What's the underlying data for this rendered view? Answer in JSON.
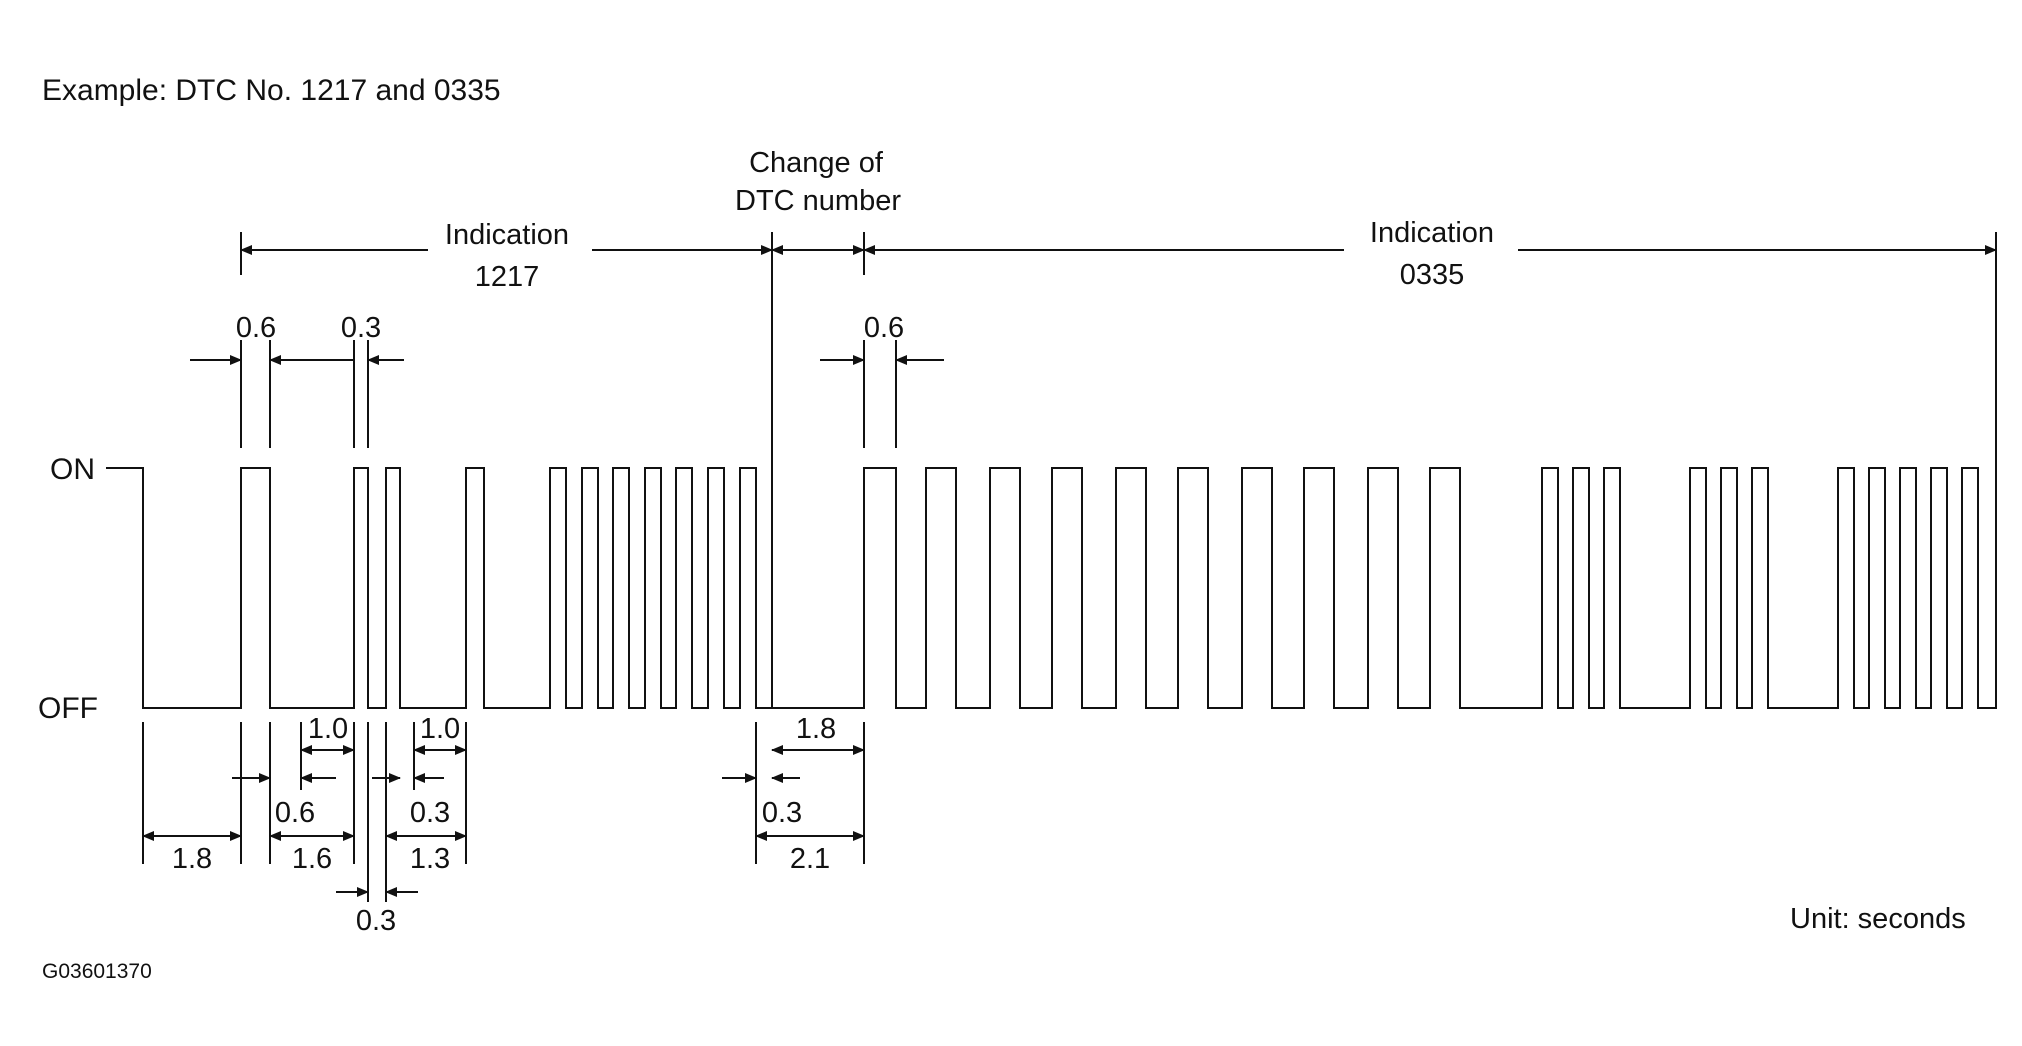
{
  "title": "Example: DTC No. 1217 and 0335",
  "figure_id": "G03601370",
  "unit_note": "Unit: seconds",
  "levels": {
    "on": "ON",
    "off": "OFF"
  },
  "sections": {
    "first": {
      "label_line1": "Indication",
      "label_line2": "1217"
    },
    "change": {
      "label_line1": "Change of",
      "label_line2": "DTC number"
    },
    "second": {
      "label_line1": "Indication",
      "label_line2": "0335"
    }
  },
  "timing": {
    "on_pulse_long": "0.6",
    "on_pulse_short": "0.3",
    "on_pulse_second": "0.6",
    "gap_1_0_first": "1.0",
    "gap_1_0_second": "1.0",
    "off_0_6": "0.6",
    "off_0_3_a": "0.3",
    "off_0_3_b": "0.3",
    "off_0_3_c": "0.3",
    "start_1_8": "1.8",
    "digit_1_6": "1.6",
    "digit_1_3": "1.3",
    "change_1_8": "1.8",
    "change_2_1": "2.1"
  },
  "colors": {
    "ink": "#111111",
    "background": "#ffffff"
  }
}
